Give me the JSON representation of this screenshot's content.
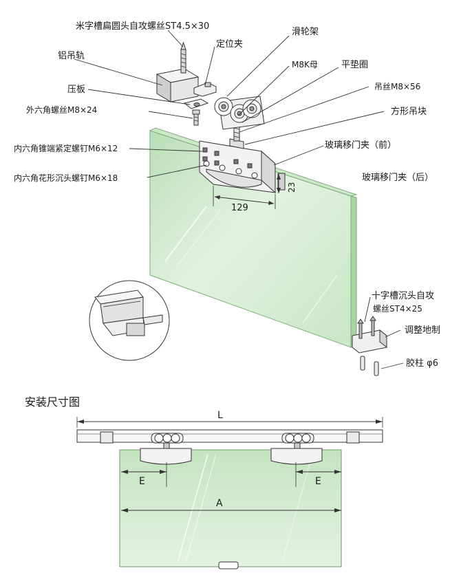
{
  "labels": {
    "screw_top": "米字槽扁圆头自攻螺丝ST4.5×30",
    "positioning_clip": "定位夹",
    "pulley_frame": "滑轮架",
    "aluminum_rail": "铝吊轨",
    "m8k_nut": "M8K母",
    "flat_washer": "平垫圈",
    "press_plate": "压板",
    "hanging_bolt": "吊丝M8×56",
    "hex_bolt": "外六角螺丝M8×24",
    "square_block": "方形吊块",
    "front_clamp": "玻璃移门夹（前）",
    "set_screw": "内六角锥端紧定螺钉M6×12",
    "flower_screw": "内六角花形沉头螺钉M6×18",
    "rear_clamp": "玻璃移门夹（后）",
    "floor_screw_line1": "十字槽沉头自攻",
    "floor_screw_line2": "螺丝ST4×25",
    "floor_guide": "调整地制",
    "anchor": "胶柱 φ6"
  },
  "dimensions": {
    "clamp_length": "129",
    "clamp_height": "23"
  },
  "install": {
    "title": "安装尺寸图",
    "dim_L": "L",
    "dim_E_left": "E",
    "dim_E_right": "E",
    "dim_A": "A"
  },
  "colors": {
    "glass": "#d6ecd3",
    "glass_edge": "#8fbf8a",
    "metal": "#e9e9e9",
    "line": "#333333"
  }
}
